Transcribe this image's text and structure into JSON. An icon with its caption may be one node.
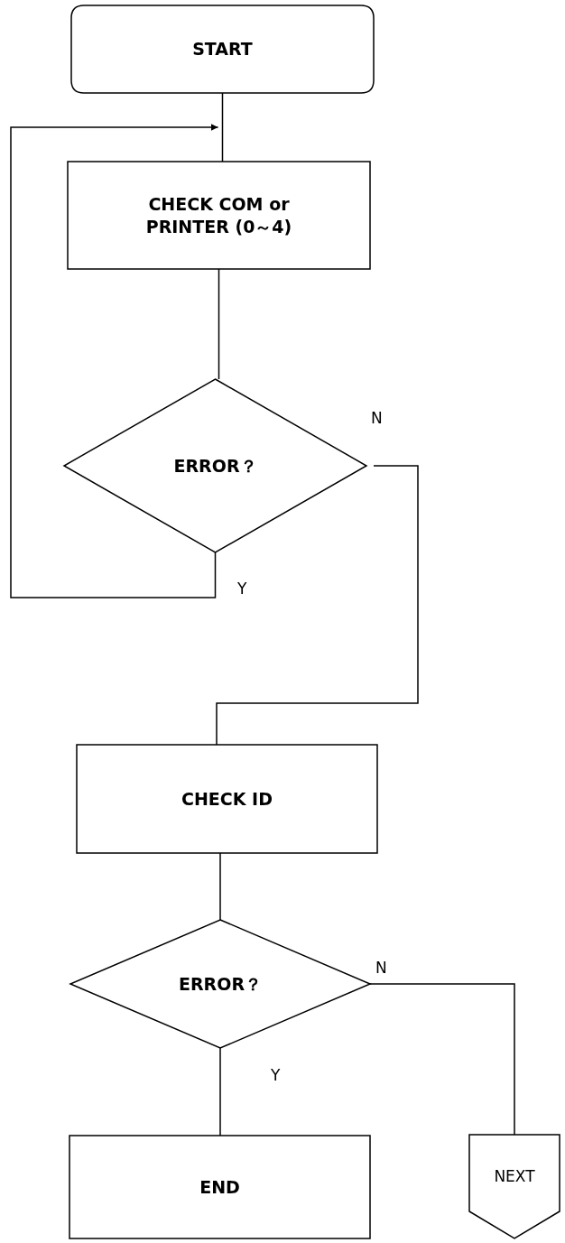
{
  "diagram": {
    "nodes": [
      {
        "text": [
          "START"
        ]
      },
      {
        "text": [
          "CHECK COM or PRINTER (0～4)"
        ]
      },
      {
        "text": [
          "ERROR？"
        ]
      },
      {
        "text": [
          "CHECK ID"
        ]
      },
      {
        "text": [
          "ERROR？"
        ]
      },
      {
        "text": [
          "END"
        ]
      },
      {
        "text": [
          "NEXT"
        ]
      }
    ],
    "edges": [
      {
        "from": 0,
        "to": 1,
        "arrow": "none"
      },
      {
        "from": 2,
        "to": 1,
        "arrow": "to",
        "label": "Y"
      },
      {
        "from": 1,
        "to": 2,
        "arrow": "none"
      },
      {
        "from": 2,
        "to": 3,
        "arrow": "none",
        "label": "N"
      },
      {
        "from": 3,
        "to": 4,
        "arrow": "none"
      },
      {
        "from": 4,
        "to": 5,
        "arrow": "none",
        "label": "Y"
      },
      {
        "from": 4,
        "to": 6,
        "arrow": "none",
        "label": "N"
      }
    ]
  }
}
